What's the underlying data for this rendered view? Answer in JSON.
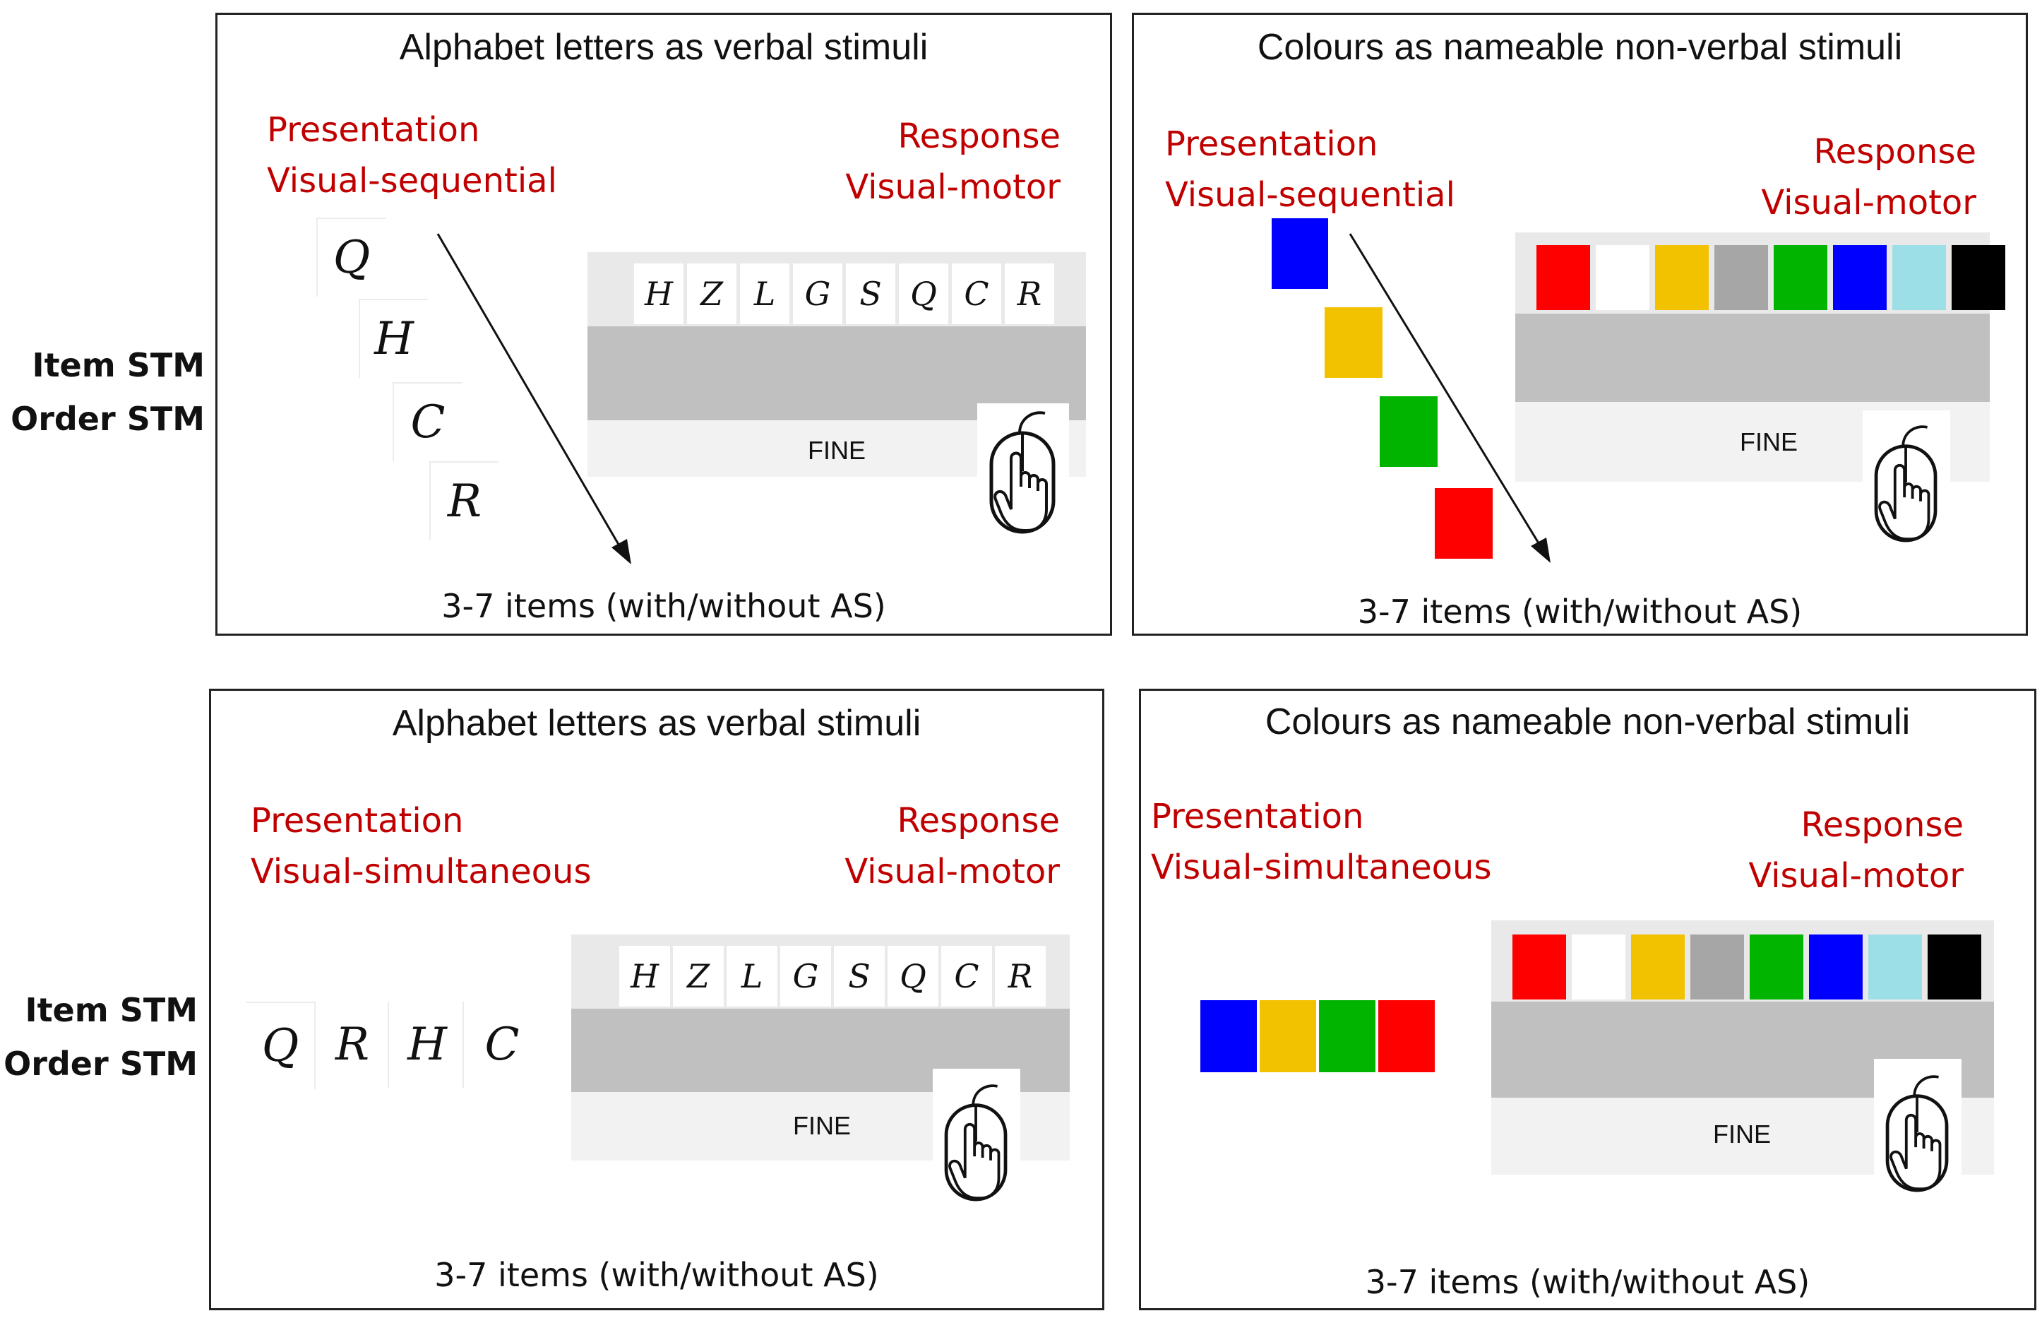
{
  "row_labels": {
    "top": [
      "Item STM",
      "Order STM"
    ],
    "bottom": [
      "Item STM",
      "Order STM"
    ]
  },
  "panels": {
    "tl": {
      "title": "Alphabet letters as verbal stimuli",
      "presentation": [
        "Presentation",
        "Visual-sequential"
      ],
      "response": [
        "Response",
        "Visual-motor"
      ],
      "stimuli": [
        "Q",
        "H",
        "C",
        "R"
      ],
      "keys": [
        "H",
        "Z",
        "L",
        "G",
        "S",
        "Q",
        "C",
        "R"
      ],
      "fine": "FINE",
      "footer": "3-7 items (with/without  AS)"
    },
    "tr": {
      "title": "Colours as nameable non-verbal stimuli",
      "presentation": [
        "Presentation",
        "Visual-sequential"
      ],
      "response": [
        "Response",
        "Visual-motor"
      ],
      "stimuli": [
        "blue",
        "yellow",
        "green",
        "red"
      ],
      "keys": [
        "red",
        "white",
        "yellow",
        "grey",
        "green",
        "blue",
        "lightblue",
        "black"
      ],
      "fine": "FINE",
      "footer": "3-7 items (with/without  AS)"
    },
    "bl": {
      "title": "Alphabet letters as verbal stimuli",
      "presentation": [
        "Presentation",
        "Visual-simultaneous"
      ],
      "response": [
        "Response",
        "Visual-motor"
      ],
      "stimuli": [
        "Q",
        "R",
        "H",
        "C"
      ],
      "keys": [
        "H",
        "Z",
        "L",
        "G",
        "S",
        "Q",
        "C",
        "R"
      ],
      "fine": "FINE",
      "footer": "3-7 items (with/without  AS)"
    },
    "br": {
      "title": "Colours as nameable non-verbal stimuli",
      "presentation": [
        "Presentation",
        "Visual-simultaneous"
      ],
      "response": [
        "Response",
        "Visual-motor"
      ],
      "stimuli": [
        "blue",
        "yellow",
        "green",
        "red"
      ],
      "keys": [
        "red",
        "white",
        "yellow",
        "grey",
        "green",
        "blue",
        "lightblue",
        "black"
      ],
      "fine": "FINE",
      "footer": "3-7 items (with/without  AS)"
    }
  },
  "colors": {
    "heading_red": "#c00000",
    "red": "#ff0000",
    "white": "#ffffff",
    "yellow": "#f2c100",
    "grey": "#a6a6a6",
    "green": "#00b400",
    "blue": "#0000ff",
    "lightblue": "#9ddfe6",
    "black": "#000000"
  },
  "icons": {
    "arrow": "diagonal-arrow-icon",
    "mouse": "hand-mouse-click-icon"
  }
}
